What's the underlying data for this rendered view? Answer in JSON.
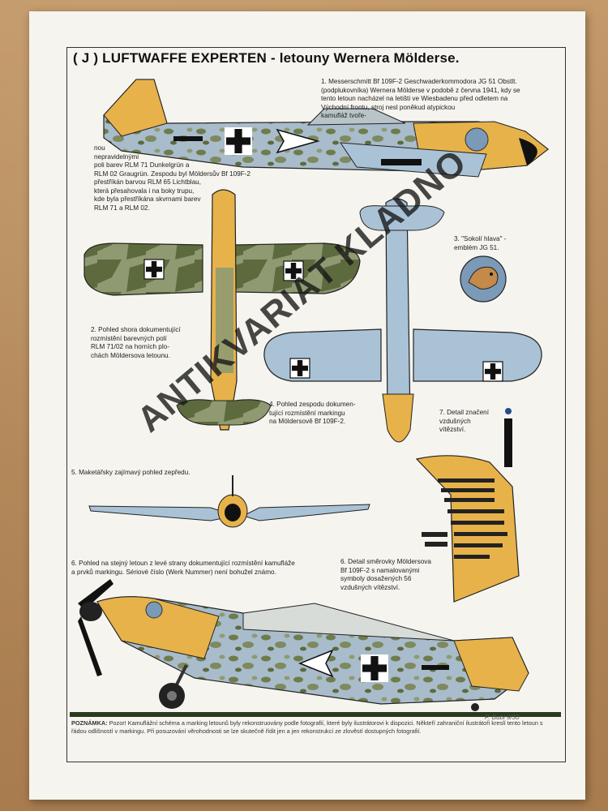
{
  "title": "( J ) LUFTWAFFE EXPERTEN - letouny Wernera Mölderse.",
  "captions": {
    "c1": "1. Messerschmitt Bf 109F-2 Geschwaderkommodora JG 51 Obstlt.\n(podplukovníka) Wernera Mölderse v podobě z června 1941, kdy se\ntento letoun nacházel na letišti ve Wiesbadenu před odletem na\nVýchodní frontu, stroj nesl poněkud atypickou\nkamufláž tvoře-",
    "c1b": "nou\nnepravidelnými\npoli barev RLM 71 Dunkelgrün a\nRLM 02 Graugrün. Zespodu byl Möldersův Bf 109F-2\npřestříkán barvou RLM 65 Lichtblau,\nkterá přesahovala i na boky trupu,\nkde byla přestříkána skvrnami barev\nRLM 71 a RLM 02.",
    "c2": "2. Pohled shora dokumentující\nrozmístění barevných polí\nRLM 71/02 na horních plo-\nchách Möldersova letounu.",
    "c3": "3. \"Sokolí hlava\" -\nemblém JG 51.",
    "c4": "4. Pohled zespodu dokumen-\ntující rozmístění markingu\nna Möldersově Bf 109F-2.",
    "c5": "5. Maketářsky zajímavý pohled zepředu.",
    "c6": "6. Pohled na stejný letoun z levé strany dokumentující rozmístění kamufláže\na prvků markingu. Sériové číslo (Werk Nummer) není bohužel známo.",
    "c6b": "6. Detail směrovky Möldersova\nBf 109F-2 s namalovanými\nsymboly dosažených 56\nvzdušných vítězství.",
    "c7": "7. Detail značení\nvzdušných\nvítězství."
  },
  "footnote_label": "POZNÁMKA:",
  "footnote": "Pozor! Kamuflážní schéma a marking letounů byly rekonstruovány podle fotografií, které byly ilustrátorovi k dispozici. Někteří zahraniční ilustrátoři kreslí tento letoun s řádou odlišností v markingu. Při posuzování věrohodnosti se lze skutečně řídit jen a jen rekonstrukcí ze zlověstí dostupných fotografií.",
  "signature": "P. Bubl 9/30",
  "watermark": "ANTIKVARIÁT KLADNO",
  "colors": {
    "yellow": "#e7b24a",
    "dark_green": "#5d6a3d",
    "grey_green": "#8f9a72",
    "light_blue": "#aac2d6",
    "black": "#151515",
    "table": "#b48a5c",
    "paper": "#f6f4ee"
  }
}
